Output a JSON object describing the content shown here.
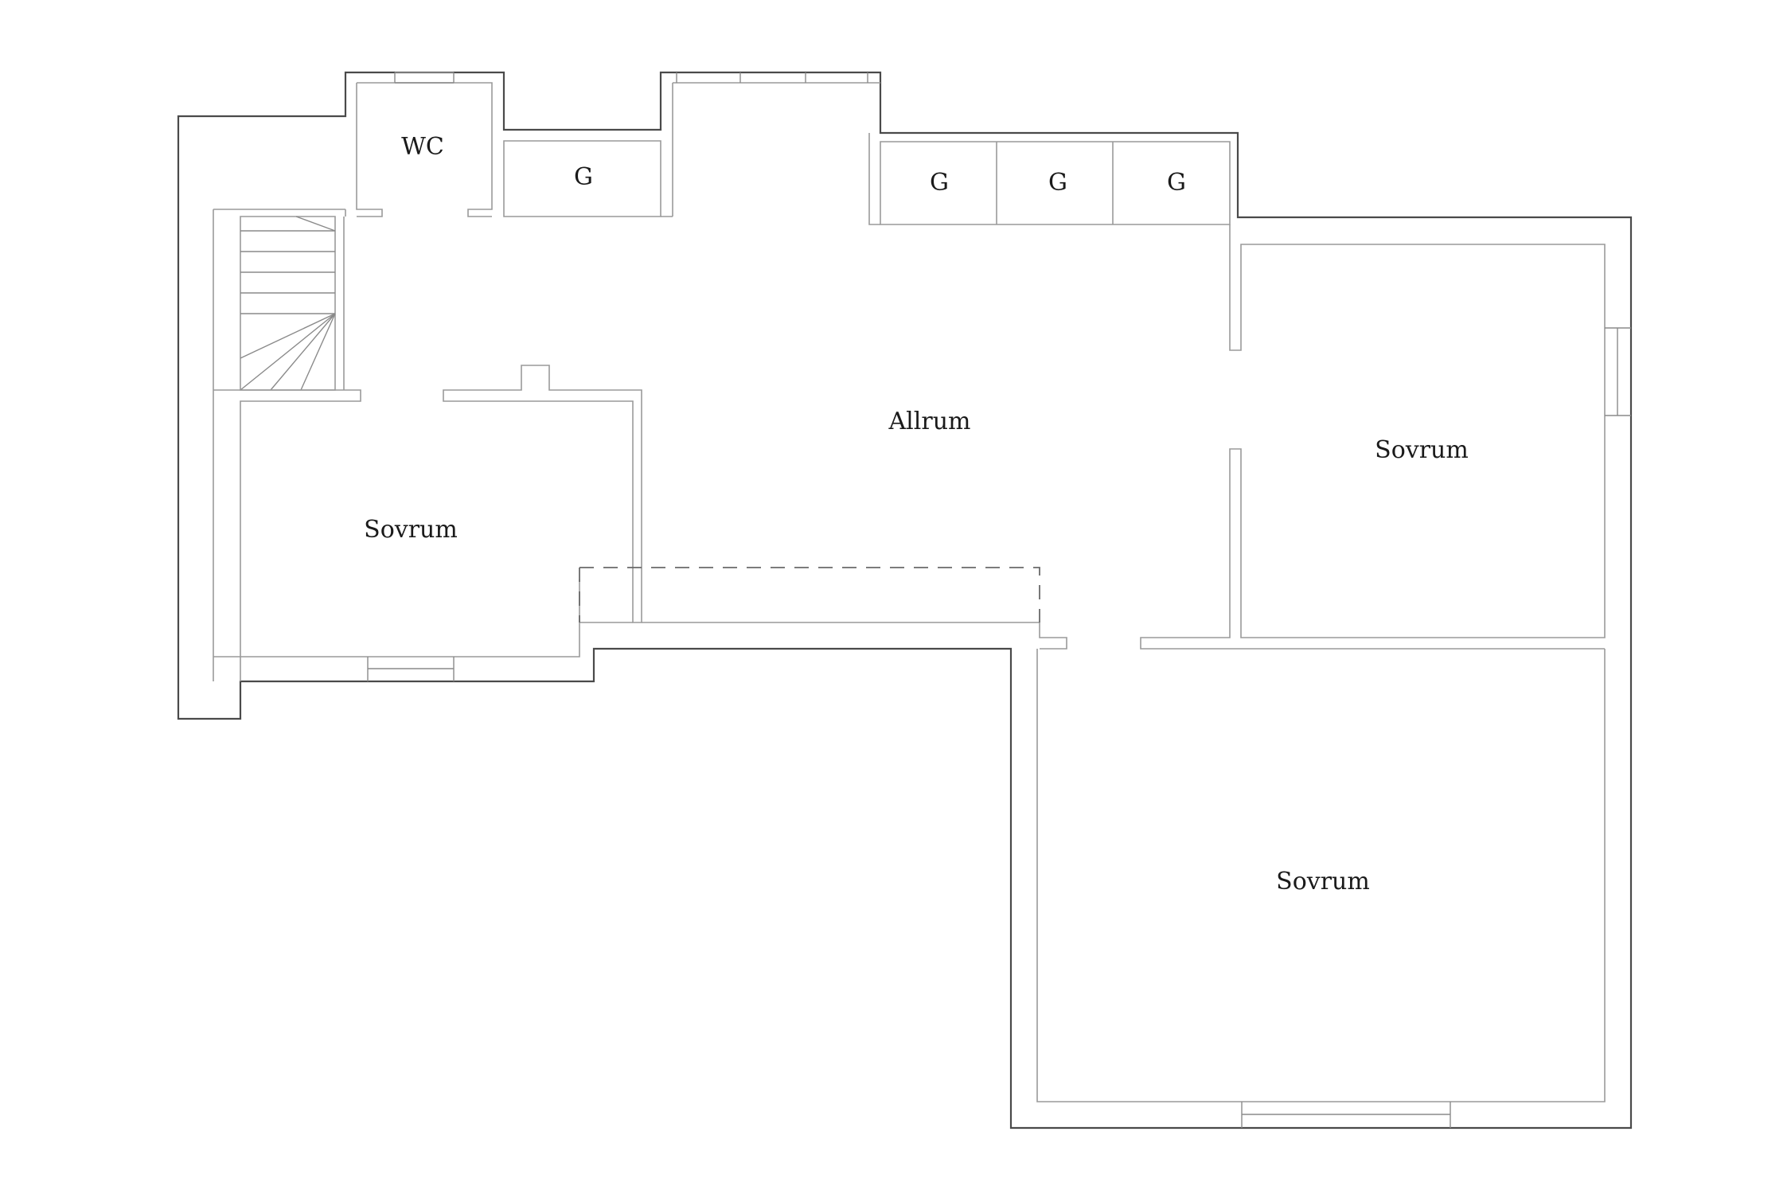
{
  "rooms": {
    "wc": "WC",
    "storage_1": "G",
    "storage_2": "G",
    "storage_3": "G",
    "storage_4": "G",
    "living": "Allrum",
    "bedroom_left": "Sovrum",
    "bedroom_right_upper": "Sovrum",
    "bedroom_right_lower": "Sovrum"
  },
  "colors": {
    "exterior_wall": "#4a4a4a",
    "interior_wall": "#9a9a9a",
    "label": "#1a1a1a"
  }
}
